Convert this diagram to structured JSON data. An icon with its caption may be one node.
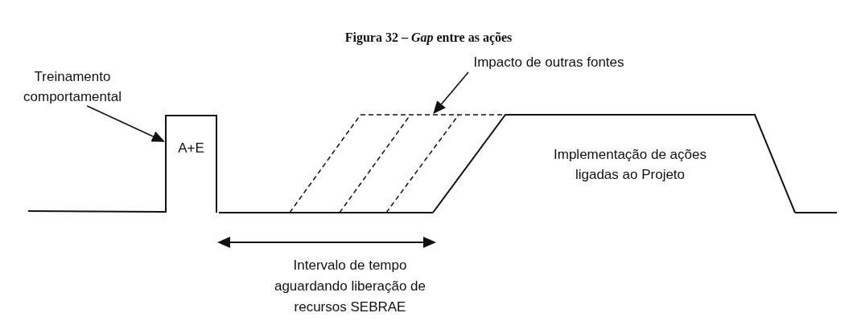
{
  "diagram": {
    "title": "Figura 32 – *Gap* entre as ações",
    "nodes": [
      {
        "text": [
          "Treinamento comportamental"
        ]
      },
      {
        "text": [
          "A+E"
        ]
      },
      {
        "text": [
          "Impacto de outras fontes"
        ]
      },
      {
        "text": [],
        "shape": "picture"
      },
      {
        "text": [
          "Implementação de ações ligadas ao Projeto"
        ]
      }
    ],
    "edges": [
      {
        "from": 0,
        "to": 1,
        "arrow": "to"
      },
      {
        "from": 2,
        "to": 3,
        "arrow": "to"
      }
    ],
    "labels": [
      "Intervalo de tempo aguardando liberação de recursos SEBRAE"
    ]
  }
}
